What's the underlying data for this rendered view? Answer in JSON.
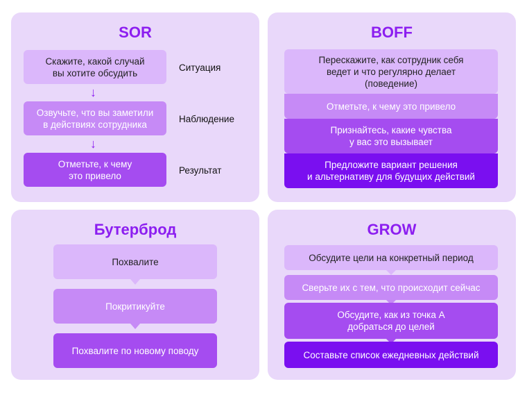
{
  "sor": {
    "title": "SOR",
    "steps": [
      {
        "text": "Скажите, какой случай\nвы хотите обсудить",
        "label": "Ситуация"
      },
      {
        "text": "Озвучьте, что вы заметили\nв действиях сотрудника",
        "label": "Наблюдение"
      },
      {
        "text": "Отметьте, к чему\nэто привело",
        "label": "Результат"
      }
    ]
  },
  "boff": {
    "title": "BOFF",
    "steps": [
      "Перескажите, как сотрудник себя\nведет и что регулярно делает\n(поведение)",
      "Отметьте, к чему это привело",
      "Признайтесь, какие чувства\nу вас это вызывает",
      "Предложите вариант решения\nи альтернативу для будущих действий"
    ]
  },
  "sandwich": {
    "title": "Бутерброд",
    "steps": [
      "Похвалите",
      "Покритикуйте",
      "Похвалите по новому поводу"
    ]
  },
  "grow": {
    "title": "GROW",
    "steps": [
      "Обсудите цели на конкретный период",
      "Сверьте их с тем, что происходит сейчас",
      "Обсудите, как из точка А\nдобраться до целей",
      "Составьте список ежедневных действий"
    ]
  },
  "colors": {
    "card_bg": "#e9d8fa",
    "title": "#8c1ef0",
    "shade1": "#dbb7fb",
    "shade2": "#c68af6",
    "shade3": "#a54cf0",
    "shade4": "#7a0ff0"
  }
}
